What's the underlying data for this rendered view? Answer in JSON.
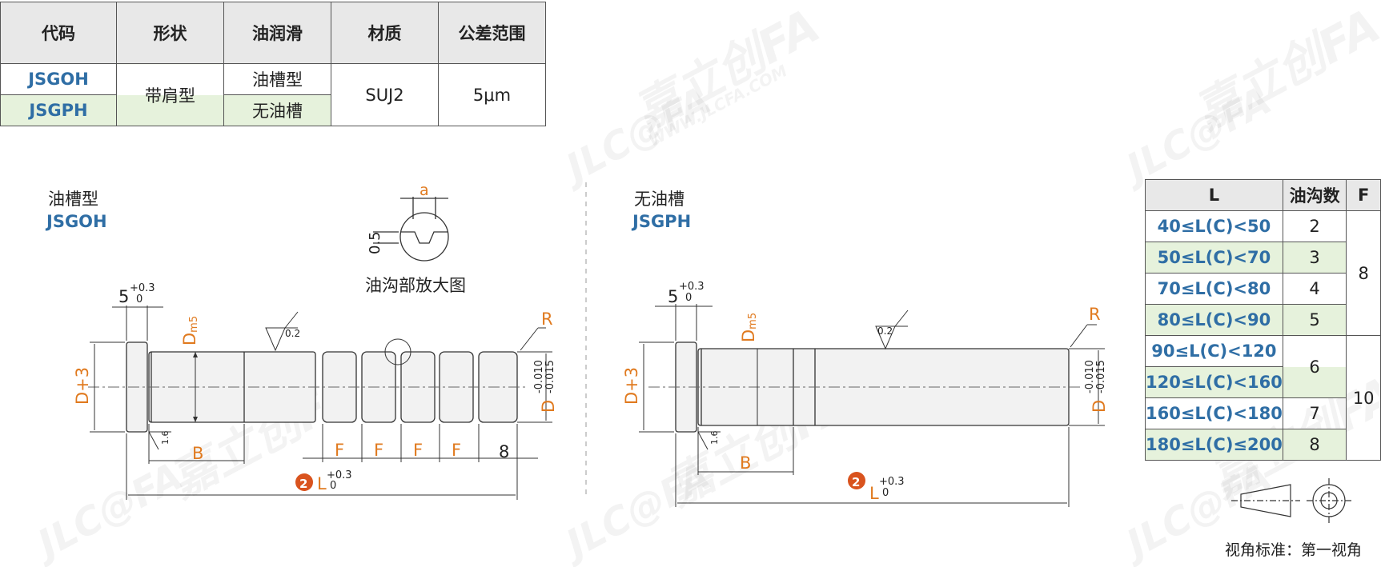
{
  "spec_table": {
    "headers": [
      "代码",
      "形状",
      "油润滑",
      "材质",
      "公差范围"
    ],
    "code_1": "JSGOH",
    "code_2": "JSGPH",
    "shape": "带肩型",
    "lube_1": "油槽型",
    "lube_2": "无油槽",
    "material": "SUJ2",
    "tolerance": "5μm"
  },
  "left_drawing": {
    "title": "油槽型",
    "code": "JSGOH",
    "detail_caption": "油沟部放大图",
    "detail_a": "a",
    "detail_depth": "0.5",
    "shoulder": "5",
    "shoulder_tol_plus": "+0.3",
    "shoulder_tol_zero": "0",
    "dm5": "D",
    "dm5_sub": "m5",
    "roughness": "0.2",
    "roughness_16": "1.6",
    "r_label": "R",
    "head_dia": "D+3",
    "dia_tol": "D",
    "dia_tol_1": "-0.010",
    "dia_tol_2": "-0.015",
    "b_label": "B",
    "f_label": "F",
    "end_8": "8",
    "mark": "2",
    "length": "L",
    "length_tol_plus": "+0.3",
    "length_tol_zero": "0"
  },
  "right_drawing": {
    "title": "无油槽",
    "code": "JSGPH"
  },
  "groove_table": {
    "headers": [
      "L",
      "油沟数",
      "F"
    ],
    "rows": [
      {
        "range": "40≤L(C)<50",
        "count": "2"
      },
      {
        "range": "50≤L(C)<70",
        "count": "3"
      },
      {
        "range": "70≤L(C)<80",
        "count": "4"
      },
      {
        "range": "80≤L(C)<90",
        "count": "5"
      },
      {
        "range": "90≤L(C)<120",
        "count": "6"
      },
      {
        "range": "120≤L(C)<160",
        "count": ""
      },
      {
        "range": "160≤L(C)<180",
        "count": "7"
      },
      {
        "range": "180≤L(C)≤200",
        "count": "8"
      }
    ],
    "f_8": "8",
    "f_10": "10"
  },
  "view_standard": "视角标准：第一视角",
  "watermark": "嘉立创FA",
  "watermark_url": "WWW.JLCFA.COM",
  "watermark_logo": "JLC@FA",
  "colors": {
    "accent_orange": "#e07a1f",
    "code_blue": "#2f6ea5",
    "mark_red": "#d9531e",
    "row_green": "#e6f2dc"
  }
}
